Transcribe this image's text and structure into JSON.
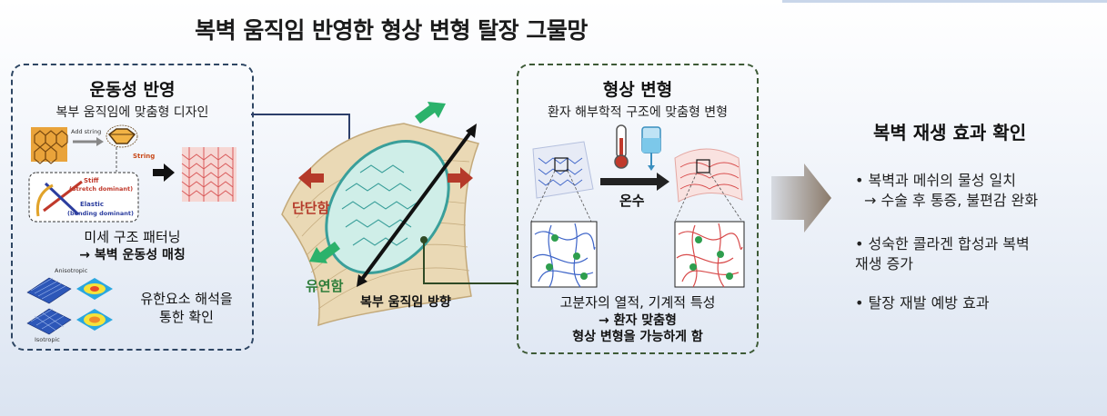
{
  "title": "복벽 움직임 반영한 형상 변형 탈장 그물망",
  "left": {
    "heading": "운동성 반영",
    "subheading": "복부 움직임에 맞춤형 디자인",
    "add_string": "Add string",
    "string": "String",
    "stiff": "Stiff",
    "stiff_sub": "(Stretch dominant)",
    "elastic": "Elastic",
    "elastic_sub": "(bending dominant)",
    "pattern_line1": "미세 구조 패터닝",
    "pattern_line2": "→ 복벽 운동성 매칭",
    "anisotropic": "Anisotropic",
    "isotropic": "Isotropic",
    "fea_line1": "유한요소 해석을",
    "fea_line2": "통한 확인"
  },
  "center": {
    "rigid": "단단함",
    "soft": "유연함",
    "direction": "복부 움직임 방향"
  },
  "mid": {
    "heading": "형상 변형",
    "subheading": "환자 해부학적 구조에 맞춤형 변형",
    "body_temp": "온수",
    "polymer_line1": "고분자의 열적, 기계적 특성",
    "polymer_line2": "→ 환자 맞춤형",
    "polymer_line3": "형상 변형을 가능하게 함"
  },
  "right": {
    "heading": "복벽 재생 효과 확인",
    "bullets": [
      "• 복벽과 메쉬의 물성 일치",
      "→ 수술 후 통증, 불편감 완화",
      "• 성숙한 콜라겐 합성과 복벽",
      "재생 증가",
      "• 탈장 재발 예방 효과"
    ]
  },
  "colors": {
    "left_box": "#2e4663",
    "mid_box": "#3d5a36",
    "rigid_arrow": "#b53a2a",
    "soft_arrow": "#2bb26b",
    "mesh": "#3a9f9a",
    "blue_strand": "#3d64c8",
    "red_strand": "#d84a4a"
  }
}
